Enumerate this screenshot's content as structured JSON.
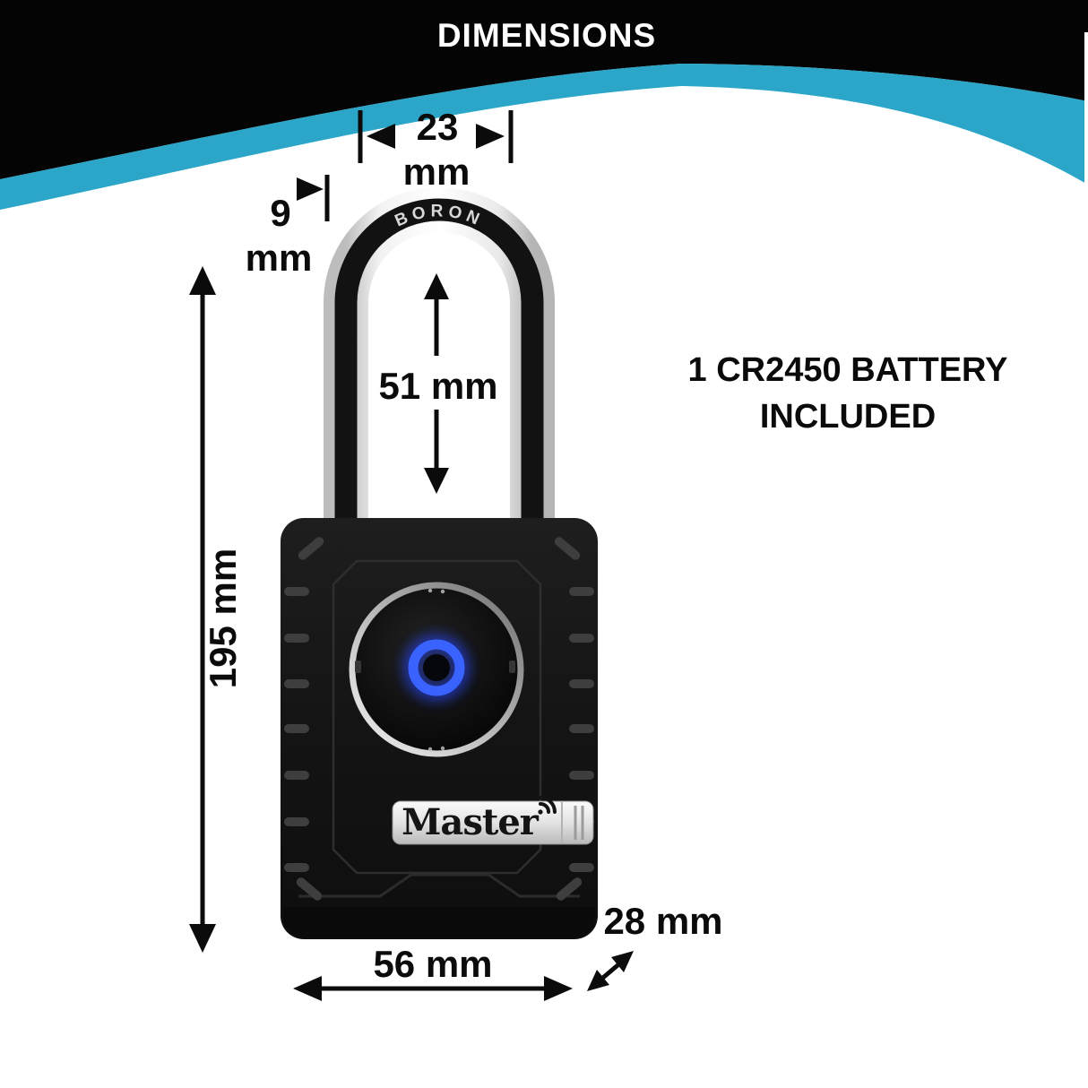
{
  "header": {
    "title": "DIMENSIONS"
  },
  "battery_note": {
    "line1": "1 CR2450 BATTERY",
    "line2": "INCLUDED"
  },
  "product": {
    "brand": "Master",
    "shackle_marking": "BORON"
  },
  "dimensions": {
    "shackle_width": {
      "value": "23",
      "unit": "mm"
    },
    "shackle_diameter": {
      "value": "9",
      "unit": "mm"
    },
    "shackle_clearance": {
      "label": "51 mm"
    },
    "overall_height": {
      "label": "195 mm"
    },
    "body_width": {
      "label": "56 mm"
    },
    "body_depth": {
      "label": "28 mm"
    }
  },
  "colors": {
    "teal": "#2ba6c9",
    "led": "#3a62ff",
    "header_bg": "#040404"
  }
}
